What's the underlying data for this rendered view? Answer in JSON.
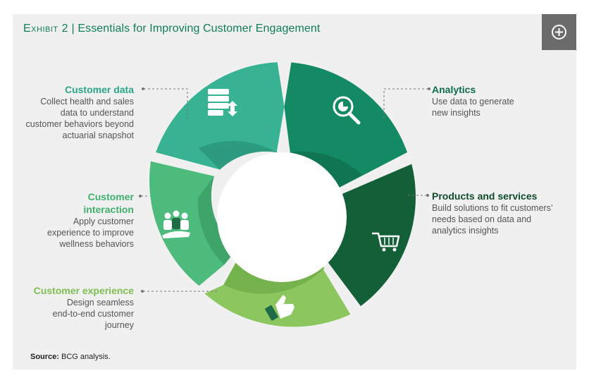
{
  "exhibit": {
    "prefix": "Exhibit 2",
    "separator": " | ",
    "title": "Essentials for Improving Customer Engagement"
  },
  "expand_icon": "plus-circle-icon",
  "segments": [
    {
      "id": "customer-data",
      "title": "Customer data",
      "lines": [
        "Collect health and sales",
        "data to understand",
        "customer behaviors beyond",
        "actuarial snapshot"
      ],
      "color": "#37b394",
      "inner_color": "#2d9b7e",
      "title_color": "#2aa68a",
      "icon": "database-icon"
    },
    {
      "id": "analytics",
      "title": "Analytics",
      "lines": [
        "Use data to generate",
        "new insights"
      ],
      "color": "#138a63",
      "inner_color": "#0f7553",
      "title_color": "#0d6e4c",
      "icon": "analytics-magnifier-icon"
    },
    {
      "id": "products-and-services",
      "title": "Products and services",
      "lines": [
        "Build solutions to fit customers’",
        "needs based on data and",
        "analytics insights"
      ],
      "color": "#135f37",
      "inner_color": "#0e4c2b",
      "title_color": "#0e4c2b",
      "icon": "shopping-cart-icon"
    },
    {
      "id": "customer-experience",
      "title": "Customer experience",
      "lines": [
        "Design seamless",
        "end-to-end customer",
        "journey"
      ],
      "color": "#8bc75e",
      "inner_color": "#74b24c",
      "title_color": "#7fbf52",
      "icon": "thumbs-up-icon"
    },
    {
      "id": "customer-interaction",
      "title_lines": [
        "Customer",
        "interaction"
      ],
      "lines": [
        "Apply customer",
        "experience to improve",
        "wellness behaviors"
      ],
      "color": "#4dbb7b",
      "inner_color": "#3fa469",
      "title_color": "#3fb06d",
      "icon": "people-icon"
    }
  ],
  "source": {
    "label": "Source:",
    "text": " BCG analysis."
  }
}
